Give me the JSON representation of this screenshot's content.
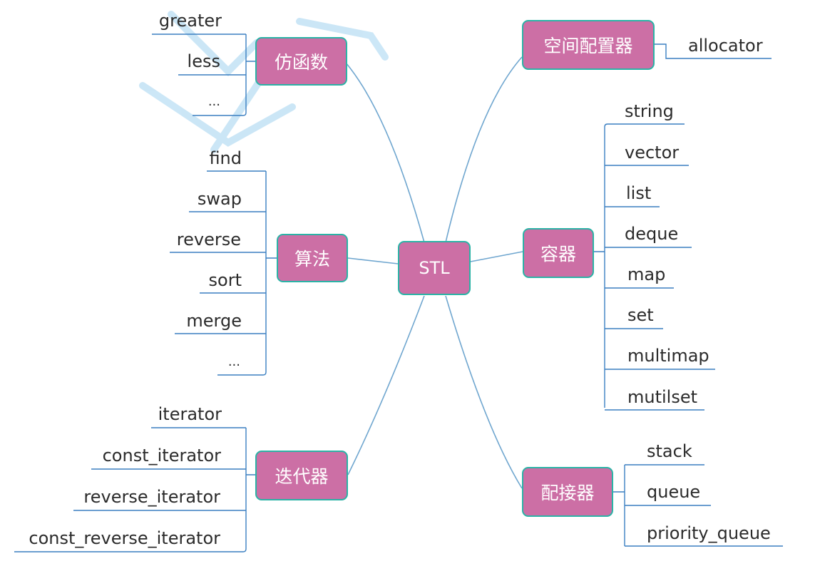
{
  "root": "STL",
  "branches": {
    "functor": {
      "label": "仿函数",
      "items": [
        "greater",
        "less",
        "..."
      ]
    },
    "algorithm": {
      "label": "算法",
      "items": [
        "find",
        "swap",
        "reverse",
        "sort",
        "merge",
        "..."
      ]
    },
    "iterator": {
      "label": "迭代器",
      "items": [
        "iterator",
        "const_iterator",
        "reverse_iterator",
        "const_reverse_iterator"
      ]
    },
    "allocator": {
      "label": "空间配置器",
      "items": [
        "allocator"
      ]
    },
    "container": {
      "label": "容器",
      "items": [
        "string",
        "vector",
        "list",
        "deque",
        "map",
        "set",
        "multimap",
        "mutilset"
      ]
    },
    "adapter": {
      "label": "配接器",
      "items": [
        "stack",
        "queue",
        "priority_queue"
      ]
    }
  },
  "colors": {
    "node_fill": "#cc6fa5",
    "node_border": "#2bb3a6",
    "connector": "#6fa6cf",
    "leaf_line": "#3a7fc1"
  }
}
